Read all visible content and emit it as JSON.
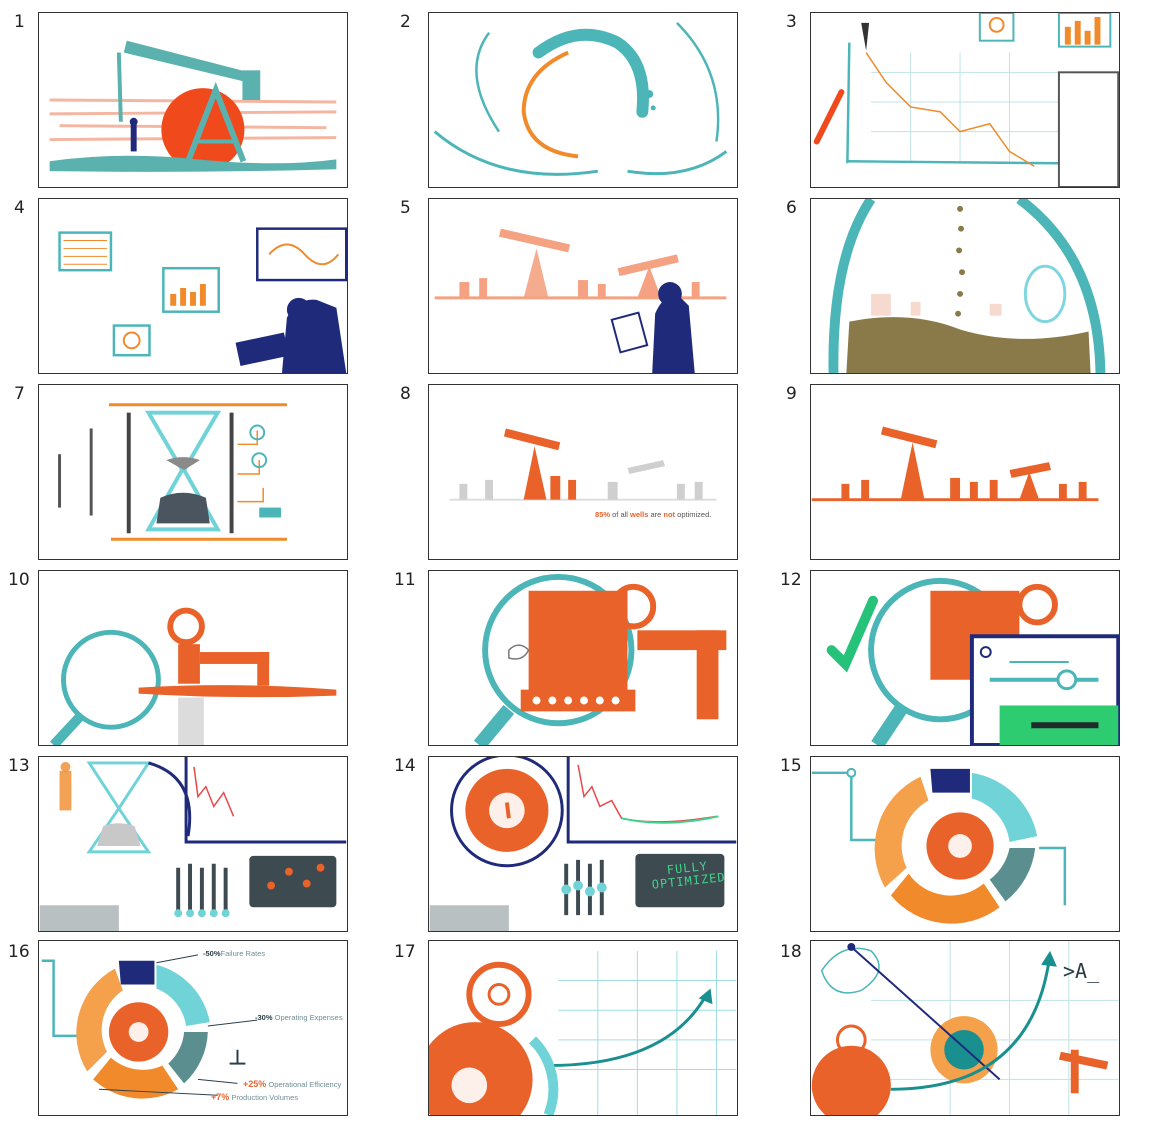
{
  "panels": [
    {
      "number": "1"
    },
    {
      "number": "2"
    },
    {
      "number": "3"
    },
    {
      "number": "4"
    },
    {
      "number": "5"
    },
    {
      "number": "6"
    },
    {
      "number": "7"
    },
    {
      "number": "8"
    },
    {
      "number": "9"
    },
    {
      "number": "10"
    },
    {
      "number": "11"
    },
    {
      "number": "12"
    },
    {
      "number": "13"
    },
    {
      "number": "14"
    },
    {
      "number": "15"
    },
    {
      "number": "16"
    },
    {
      "number": "17"
    },
    {
      "number": "18"
    }
  ],
  "panel8_caption": {
    "pct": "85%",
    "text1": " of all ",
    "wells": "wells",
    "text2": " are ",
    "not": "not",
    "text3": " optimized."
  },
  "panel14_screen": {
    "line1": "FULLY",
    "line2": "OPTIMIZED"
  },
  "panel16_stats": [
    {
      "value": "-50%",
      "label": "Failure Rates"
    },
    {
      "value": "-30%",
      "label": "Operating Expenses"
    },
    {
      "value": "+25%",
      "label": "Operational Efficiency"
    },
    {
      "value": "+7%",
      "label": "Production Volumes"
    }
  ],
  "panel18_prompt": ">A_",
  "colors": {
    "orange": "#e8622a",
    "teal": "#4bb5b8",
    "navy": "#1f2a7a",
    "cyan": "#6fd3d8",
    "green": "#3fd28a"
  }
}
